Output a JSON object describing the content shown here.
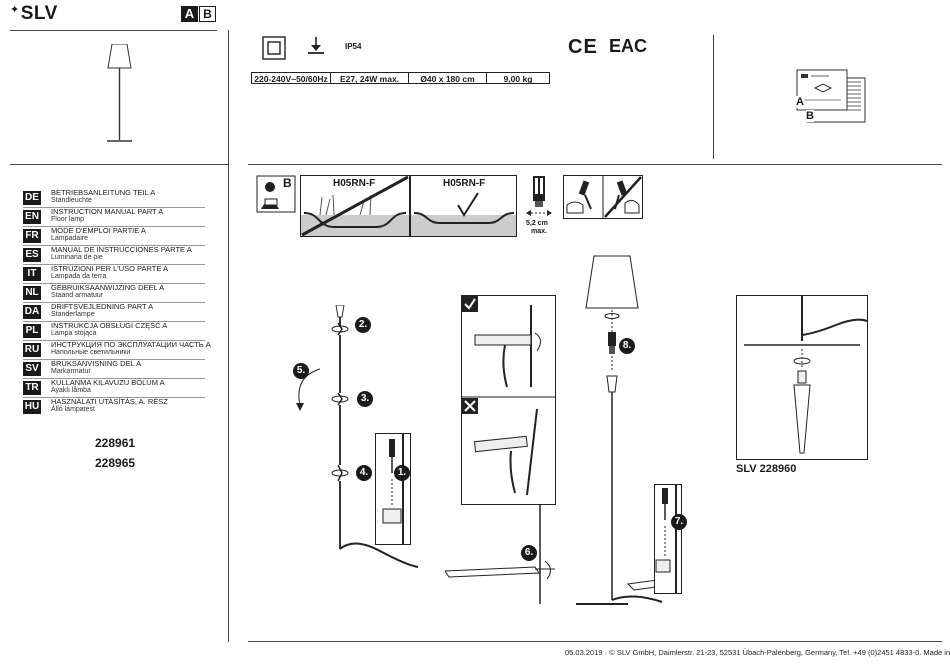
{
  "header": {
    "brand": "SLV",
    "part_badges": [
      "A",
      "B"
    ]
  },
  "languages": [
    {
      "code": "DE",
      "title": "BETRIEBSANLEITUNG TEIL A",
      "subtitle": "Standleuchte"
    },
    {
      "code": "EN",
      "title": "INSTRUCTION MANUAL PART A",
      "subtitle": "Floor lamp"
    },
    {
      "code": "FR",
      "title": "MODE D'EMPLOI PARTIE A",
      "subtitle": "Lampadaire"
    },
    {
      "code": "ES",
      "title": "MANUAL DE INSTRUCCIONES PARTE A",
      "subtitle": "Luminaria de pie"
    },
    {
      "code": "IT",
      "title": "ISTRUZIONI PER L'USO PARTE A",
      "subtitle": "Lampada da terra"
    },
    {
      "code": "NL",
      "title": "GEBRUIKSAANWIJZING DEEL A",
      "subtitle": "Staand armatuur"
    },
    {
      "code": "DA",
      "title": "DRIFTSVEJLEDNING PART A",
      "subtitle": "Standerlampe"
    },
    {
      "code": "PL",
      "title": "INSTRUKCJA OBSŁUGI CZĘŚĆ A",
      "subtitle": "Lampa stojąca"
    },
    {
      "code": "RU",
      "title": "ИНСТРУКЦИЯ ПО ЭКСПЛУАТАЦИИ ЧАСТЬ A",
      "subtitle": "Напольные светильники"
    },
    {
      "code": "SV",
      "title": "BRUKSANVISNING DEL A",
      "subtitle": "Markarmatur"
    },
    {
      "code": "TR",
      "title": "KULLANMA KILAVUZU BÖLÜM A",
      "subtitle": "Ayaklı lâmba"
    },
    {
      "code": "HU",
      "title": "HASZNÁLATI UTASÍTÁS, A. RÉSZ",
      "subtitle": "Álló lámpatest"
    }
  ],
  "article_numbers": [
    "228961",
    "228965"
  ],
  "specs": {
    "ip": "IP54",
    "voltage": "220-240V~50/60Hz",
    "power": "E27, 24W max.",
    "size": "Ø40  x 180 cm",
    "weight": "9,00 kg"
  },
  "certs": {
    "ce": "CE",
    "eac": "EAC"
  },
  "manual_ref": {
    "a": "A",
    "b": "B"
  },
  "cable_panel": {
    "part_b": "B",
    "cable_type_1": "H05RN-F",
    "cable_type_2": "H05RN-F",
    "bulb_size": "5,2 cm",
    "bulb_max": "max."
  },
  "steps": [
    "1.",
    "2.",
    "3.",
    "4.",
    "5.",
    "6.",
    "7.",
    "8."
  ],
  "spike_label": "SLV 228960",
  "footer": "05.03.2019 · © SLV GmbH, Daimlerstr. 21-23, 52531 Übach-Palenberg, Germany, Tel. +49 (0)2451 4833-0. Made in China."
}
